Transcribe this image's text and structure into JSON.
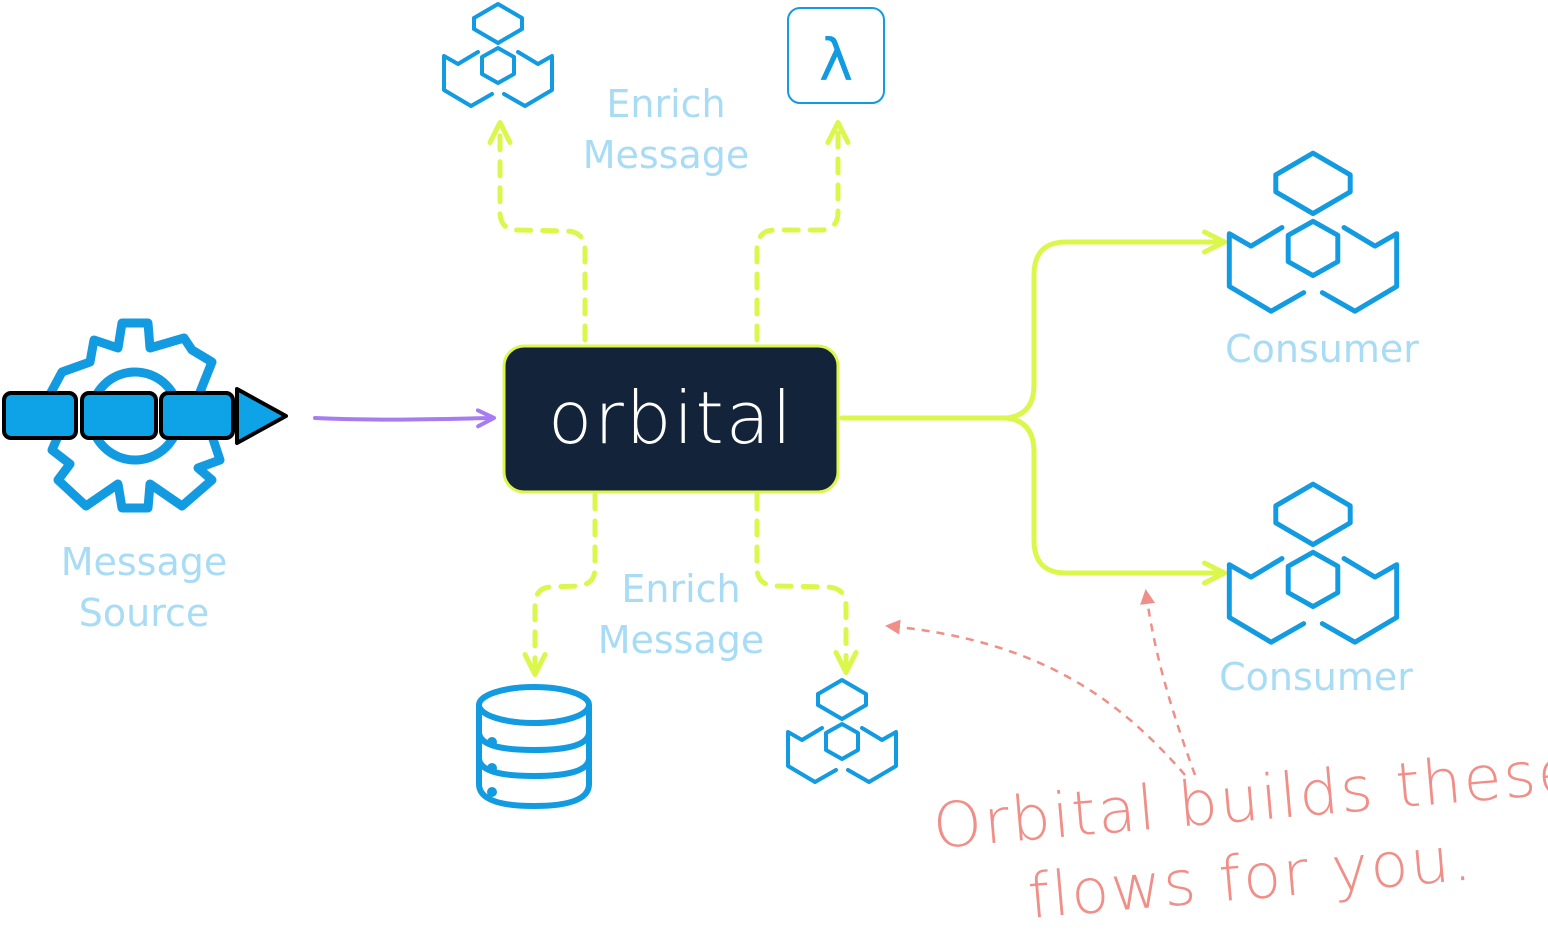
{
  "diagram": {
    "center": {
      "label": "orbital"
    },
    "lambda_symbol": "λ",
    "labels": {
      "enrich_top": [
        "Enrich",
        "Message"
      ],
      "enrich_bottom": [
        "Enrich",
        "Message"
      ],
      "source": [
        "Message",
        "Source"
      ],
      "consumer_1": "Consumer",
      "consumer_2": "Consumer"
    },
    "annotation": {
      "line1": "Orbital builds these",
      "line2": "flows for you."
    },
    "icons": {
      "source": "message-source-gear-queue-icon",
      "enrich_top_left": "service-hexagons-icon",
      "enrich_top_right": "lambda-function-icon",
      "enrich_bottom_left": "database-icon",
      "enrich_bottom_right": "service-hexagons-icon",
      "consumer_1": "service-hexagons-icon",
      "consumer_2": "service-hexagons-icon"
    },
    "colors": {
      "flow": "#dcf74b",
      "inbound_arrow": "#a67cf0",
      "icon": "#129be0",
      "label": "#a8dcf5",
      "annotation": "#f08f88",
      "center_bg": "#13243a"
    }
  }
}
